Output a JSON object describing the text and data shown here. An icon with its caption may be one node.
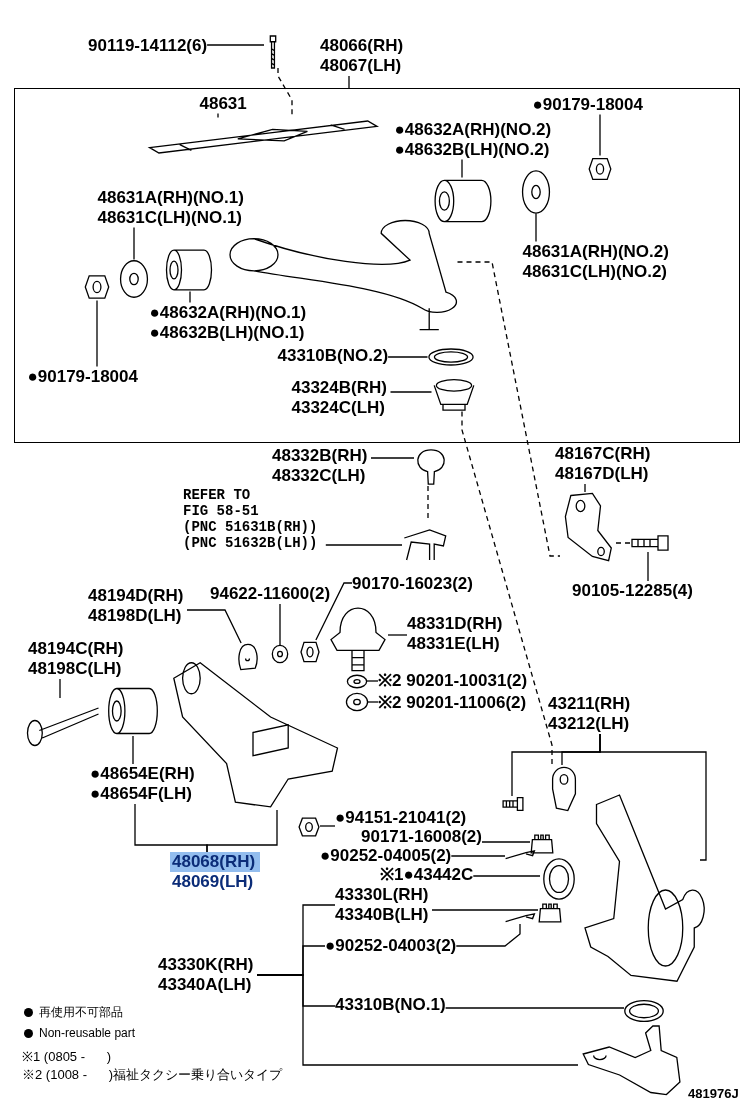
{
  "diagram": {
    "nodes": [
      {
        "text": [
          "90119-14112(6)"
        ]
      },
      {
        "text": [],
        "shape": "picture"
      },
      {
        "text": [
          "48066(RH) 48067(LH)"
        ]
      },
      {
        "text": [],
        "shape": "box"
      },
      {
        "text": [
          "48631"
        ],
        "in": 3
      },
      {
        "text": [],
        "shape": "picture",
        "in": 3
      },
      {
        "text": [
          "●48632A(RH)(NO.2) ●48632B(LH)(NO.2)"
        ],
        "in": 3
      },
      {
        "text": [],
        "shape": "picture",
        "in": 3
      },
      {
        "text": [
          "●90179-18004"
        ],
        "in": 3
      },
      {
        "text": [],
        "shape": "picture",
        "in": 3
      },
      {
        "text": [
          "48631A(RH)(NO.1) 48631C(LH)(NO.1)"
        ],
        "in": 3
      },
      {
        "text": [],
        "shape": "picture",
        "in": 3
      },
      {
        "text": [],
        "shape": "picture",
        "in": 3
      },
      {
        "text": [],
        "shape": "picture",
        "in": 3
      },
      {
        "text": [
          "48631A(RH)(NO.2) 48631C(LH)(NO.2)"
        ],
        "in": 3
      },
      {
        "text": [],
        "shape": "picture",
        "in": 3
      },
      {
        "text": [],
        "shape": "picture",
        "in": 3
      },
      {
        "text": [
          "●48632A(RH)(NO.1) ●48632B(LH)(NO.1)"
        ],
        "in": 3
      },
      {
        "text": [
          "●90179-18004"
        ],
        "in": 3
      },
      {
        "text": [
          "43310B(NO.2)"
        ],
        "in": 3
      },
      {
        "text": [],
        "shape": "picture",
        "in": 3
      },
      {
        "text": [
          "43324B(RH) 43324C(LH)"
        ],
        "in": 3
      },
      {
        "text": [],
        "shape": "picture",
        "in": 3
      },
      {
        "text": [
          "48332B(RH) 48332C(LH)"
        ]
      },
      {
        "text": [],
        "shape": "picture"
      },
      {
        "text": [
          "REFER TO FIG 58-51",
          "(PNC 51631B(RH)) (PNC 51632B(LH))"
        ]
      },
      {
        "text": [],
        "shape": "picture"
      },
      {
        "text": [
          "48167C(RH) 48167D(LH)"
        ]
      },
      {
        "text": [],
        "shape": "picture"
      },
      {
        "text": [],
        "shape": "picture"
      },
      {
        "text": [
          "90105-12285(4)"
        ]
      },
      {
        "text": [
          "94622-11600(2)"
        ]
      },
      {
        "text": [
          "48194D(RH) 48198D(LH)"
        ]
      },
      {
        "text": [
          "90170-16023(2)"
        ]
      },
      {
        "text": [],
        "shape": "picture"
      },
      {
        "text": [],
        "shape": "picture"
      },
      {
        "text": [],
        "shape": "picture"
      },
      {
        "text": [],
        "shape": "picture"
      },
      {
        "text": [
          "48331D(RH) 48331E(LH)"
        ]
      },
      {
        "text": [
          "48194C(RH) 48198C(LH)"
        ]
      },
      {
        "text": [],
        "shape": "picture"
      },
      {
        "text": [
          "※2 90201-10031(2)"
        ]
      },
      {
        "text": [],
        "shape": "picture"
      },
      {
        "text": [
          "※2 90201-11006(2)"
        ]
      },
      {
        "text": [
          "43211(RH) 43212(LH)"
        ]
      },
      {
        "text": [],
        "shape": "picture"
      },
      {
        "text": [],
        "shape": "picture"
      },
      {
        "text": [],
        "shape": "picture"
      },
      {
        "text": [
          "●48654E(RH) ●48654F(LH)"
        ]
      },
      {
        "text": [],
        "shape": "picture"
      },
      {
        "text": [],
        "shape": "picture"
      },
      {
        "text": [],
        "shape": "picture"
      },
      {
        "text": [],
        "shape": "picture"
      },
      {
        "text": [
          "●94151-21041(2)"
        ]
      },
      {
        "text": [
          "90171-16008(2)"
        ]
      },
      {
        "text": [],
        "shape": "picture"
      },
      {
        "text": [
          "●90252-04005(2)"
        ]
      },
      {
        "text": [],
        "shape": "picture"
      },
      {
        "text": [
          "※1●43442C"
        ]
      },
      {
        "text": [],
        "shape": "picture"
      },
      {
        "text": [
          "48068(RH) 48069(LH)"
        ]
      },
      {
        "text": [
          "43330L(RH) 43340B(LH)"
        ]
      },
      {
        "text": [],
        "shape": "picture"
      },
      {
        "text": [],
        "shape": "picture"
      },
      {
        "text": [
          "●90252-04003(2)"
        ]
      },
      {
        "text": [
          "43330K(RH) 43340A(LH)"
        ]
      },
      {
        "text": [
          "43310B(NO.1)"
        ]
      },
      {
        "text": [],
        "shape": "picture"
      },
      {
        "text": [],
        "shape": "picture"
      }
    ],
    "edges": [
      {
        "from": 0,
        "to": 1,
        "arrow": "none"
      },
      {
        "from": 1,
        "to": 5,
        "arrow": "none",
        "style": "dashed"
      },
      {
        "from": 2,
        "to": 3,
        "arrow": "none"
      },
      {
        "from": 4,
        "to": 5,
        "arrow": "none"
      },
      {
        "from": 6,
        "to": 7,
        "arrow": "none"
      },
      {
        "from": 8,
        "to": 9,
        "arrow": "none"
      },
      {
        "from": 10,
        "to": 11,
        "arrow": "none"
      },
      {
        "from": 14,
        "to": 13,
        "arrow": "none"
      },
      {
        "from": 17,
        "to": 16,
        "arrow": "none"
      },
      {
        "from": 18,
        "to": 15,
        "arrow": "none"
      },
      {
        "from": 19,
        "to": 20,
        "arrow": "none"
      },
      {
        "from": 21,
        "to": 22,
        "arrow": "none"
      },
      {
        "from": 23,
        "to": 24,
        "arrow": "none"
      },
      {
        "from": 24,
        "to": 26,
        "arrow": "none",
        "style": "dashed"
      },
      {
        "from": 25,
        "to": 26,
        "arrow": "none"
      },
      {
        "from": 27,
        "to": 28,
        "arrow": "none"
      },
      {
        "from": 12,
        "to": 28,
        "arrow": "none",
        "style": "dashed"
      },
      {
        "from": 29,
        "to": 28,
        "arrow": "none",
        "style": "dashed"
      },
      {
        "from": 30,
        "to": 29,
        "arrow": "none"
      },
      {
        "from": 22,
        "to": 50,
        "arrow": "none",
        "style": "dashed"
      },
      {
        "from": 31,
        "to": 35,
        "arrow": "none"
      },
      {
        "from": 32,
        "to": 34,
        "arrow": "none"
      },
      {
        "from": 33,
        "to": 36,
        "arrow": "none"
      },
      {
        "from": 38,
        "to": 37,
        "arrow": "none"
      },
      {
        "from": 39,
        "to": 46,
        "arrow": "none"
      },
      {
        "from": 41,
        "to": 40,
        "arrow": "none"
      },
      {
        "from": 43,
        "to": 42,
        "arrow": "none"
      },
      {
        "from": 44,
        "to": 49,
        "arrow": "none"
      },
      {
        "from": 44,
        "to": 50,
        "arrow": "none"
      },
      {
        "from": 44,
        "to": 51,
        "arrow": "none"
      },
      {
        "from": 48,
        "to": 47,
        "arrow": "none"
      },
      {
        "from": 53,
        "to": 52,
        "arrow": "none"
      },
      {
        "from": 54,
        "to": 55,
        "arrow": "none"
      },
      {
        "from": 56,
        "to": 57,
        "arrow": "none"
      },
      {
        "from": 58,
        "to": 59,
        "arrow": "none"
      },
      {
        "from": 60,
        "to": 48,
        "arrow": "none"
      },
      {
        "from": 60,
        "to": 45,
        "arrow": "none"
      },
      {
        "from": 61,
        "to": 62,
        "arrow": "none"
      },
      {
        "from": 64,
        "to": 63,
        "arrow": "none"
      },
      {
        "from": 65,
        "to": 61,
        "arrow": "none"
      },
      {
        "from": 65,
        "to": 64,
        "arrow": "none"
      },
      {
        "from": 65,
        "to": 66,
        "arrow": "none"
      },
      {
        "from": 65,
        "to": 68,
        "arrow": "none"
      },
      {
        "from": 66,
        "to": 67,
        "arrow": "none"
      }
    ],
    "labels": [
      "※1 (0805 -      )",
      "※2 (1008 -      )福祉タクシー乗り合いタイプ",
      "481976J"
    ],
    "legend": [
      {
        "text": "再使用不可部品"
      },
      {
        "text": "Non-reusable part"
      }
    ]
  }
}
